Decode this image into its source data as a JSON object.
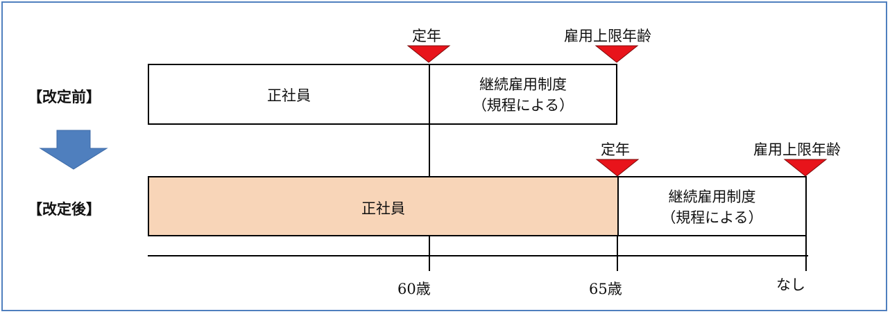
{
  "before": {
    "label": "【改定前】",
    "regular": "正社員",
    "continuation_line1": "継続雇用制度",
    "continuation_line2": "（規程による）",
    "marker_retirement": "定年",
    "marker_limit": "雇用上限年齢"
  },
  "after": {
    "label": "【改定後】",
    "regular": "正社員",
    "continuation_line1": "継続雇用制度",
    "continuation_line2": "（規程による）",
    "marker_retirement": "定年",
    "marker_limit": "雇用上限年齢"
  },
  "axis": {
    "tick_60": "60歳",
    "tick_65": "65歳",
    "tick_none": "なし"
  },
  "colors": {
    "marker": "#e8141b",
    "arrow": "#4f7fbe",
    "after_regular_fill": "#f8d5b8"
  },
  "icons": {
    "transition_arrow": "down-arrow-icon",
    "marker": "down-triangle-icon"
  }
}
